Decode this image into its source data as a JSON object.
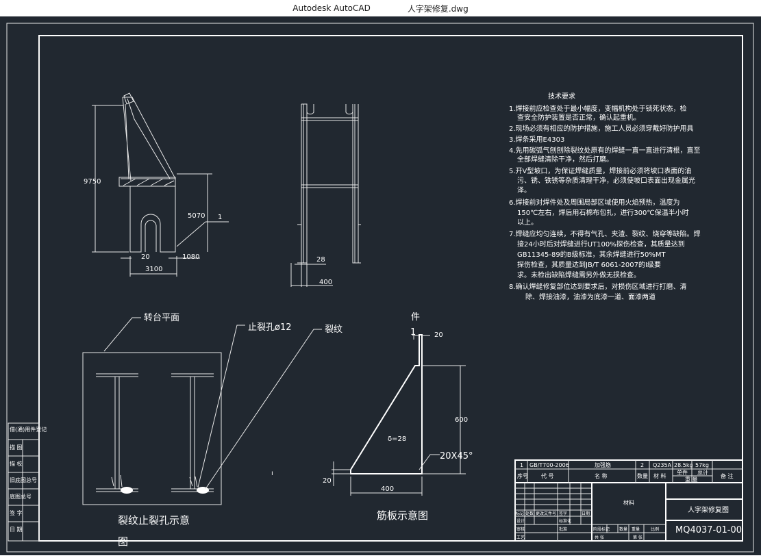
{
  "window": {
    "app_name": "Autodesk AutoCAD",
    "file_name": "人字架修复.dwg"
  },
  "drawing": {
    "side_view": {
      "dim_height": "9750",
      "dim_mid": "5070",
      "dim_base": "3100",
      "dim_left": "20",
      "dim_right": "1080",
      "callout": "1"
    },
    "front_view": {
      "dim_leg": "28",
      "dim_width": "400"
    },
    "tech_notes": {
      "title": "技术要求",
      "items": [
        {
          "num": "1.",
          "lines": [
            "焊接前应检查处于最小幅度，变幅机构处于锁死状态，检",
            "查安全防护装置是否正常，确认起重机。"
          ]
        },
        {
          "num": "2.",
          "lines": [
            "现场必须有相应的防护措施，施工人员必须穿戴好防护用具"
          ]
        },
        {
          "num": "3.",
          "lines": [
            "焊条采用E4303"
          ]
        },
        {
          "num": "4.",
          "lines": [
            "先用碳弧气刨刨除裂纹处原有的焊缝一直一直进行清根，直至",
            "全部焊缝清除干净，然后打磨。"
          ]
        },
        {
          "num": "5.",
          "lines": [
            "开V型坡口，为保证焊缝质量，焊接前必须将坡口表面的油",
            "污、锈、铁锈等杂质清理干净，必须使坡口表面出现金属光",
            "泽。"
          ]
        },
        {
          "num": "6.",
          "lines": [
            "焊接前对焊件处及周围局部区域使用火焰预热，温度为",
            "150℃左右，焊后用石棉布包扎，进行300℃保温半小时",
            "以上。"
          ]
        },
        {
          "num": "7.",
          "lines": [
            "焊缝应均匀连续，不得有气孔、夹渣、裂纹、烧穿等缺陷。焊",
            "接24小时后对焊缝进行UT100%探伤检查，其质量达到",
            "GB11345-89的B级标准，其余焊缝进行50%MT",
            "探伤检查，其质量达到JB/T 6061-2007的I级要",
            "求。未检出缺陷焊缝需另外做无损检查。"
          ]
        },
        {
          "num": "8.",
          "lines": [
            "确认焊缝修复部位达到要求后，对损伤区域进行打磨、清",
            "除、焊接油漆，油漆为底漆一道、面漆两道"
          ]
        }
      ]
    },
    "crack_diagram": {
      "caption_l1": "裂纹止裂孔示意",
      "caption_l2": "图",
      "label_platform": "转台平面",
      "label_hole": "止裂孔ø12",
      "label_crack": "裂纹"
    },
    "rib_diagram": {
      "caption": "筋板示意图",
      "label_part": "件",
      "label_part_no": "1",
      "dim_top": "20",
      "dim_height": "600",
      "dim_bottom": "20",
      "dim_width": "400",
      "thickness": "δ=28",
      "chamfer": "20X45°"
    },
    "left_strip": {
      "rows": [
        "借(通)用件登记",
        "描  图",
        "描  校",
        "旧底图总号",
        "底图总号",
        "签  字",
        "日  期"
      ]
    },
    "title_block": {
      "row1": {
        "no": "1",
        "std": "GB/T700-2006",
        "name": "加强筋",
        "qty": "2",
        "material": "Q235A",
        "unit_weight": "28.5kg",
        "total_weight": "57kg"
      },
      "header": {
        "no": "序号",
        "code": "代  号",
        "name": "名  称",
        "qty": "数量",
        "material": "材  料",
        "weight_single": "单件",
        "weight_total": "总计",
        "weight_label": "重  量",
        "remark": "备  注"
      },
      "material_field": "材料",
      "drawing_title": "人字架修复图",
      "drawing_no": "MQ4037-01-00",
      "rev_headers": [
        "标记",
        "处数",
        "更改文件号",
        "签字",
        "日期"
      ],
      "sign_rows": [
        "设计",
        "审核",
        "工艺"
      ],
      "sign_extra": [
        "标准化",
        "批准"
      ],
      "stage_headers": [
        "阶段标记",
        "数量",
        "重量",
        "比例"
      ],
      "footer": [
        "共    张",
        "第    张"
      ]
    },
    "cursor_mark": "ı"
  }
}
